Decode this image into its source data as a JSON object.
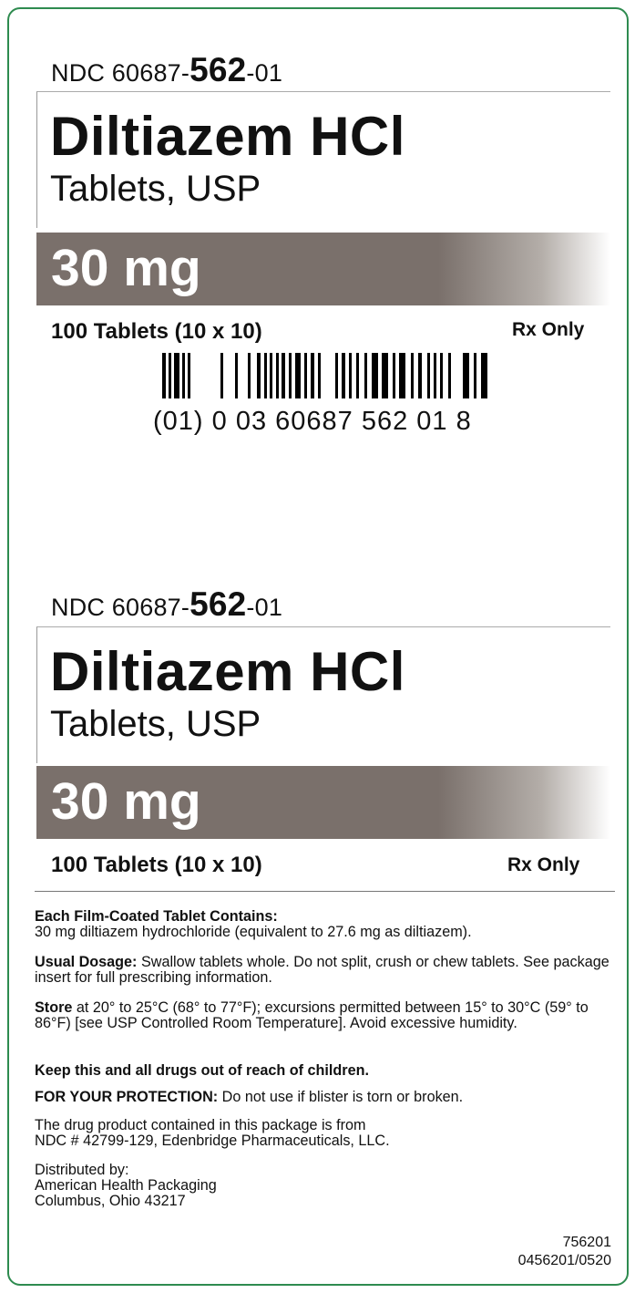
{
  "labels": [
    {
      "ndc_prefix": "NDC 60687-",
      "ndc_product": "562",
      "ndc_suffix": "-01",
      "drug_name": "Diltiazem HCl",
      "dosage_form": "Tablets, USP",
      "strength": "30 mg",
      "count": "100 Tablets (10 x 10)",
      "rx": "Rx Only",
      "barcode_text": "(01) 0 03 60687 562 01 8"
    },
    {
      "ndc_prefix": "NDC 60687-",
      "ndc_product": "562",
      "ndc_suffix": "-01",
      "drug_name": "Diltiazem HCl",
      "dosage_form": "Tablets, USP",
      "strength": "30 mg",
      "count": "100 Tablets (10 x 10)",
      "rx": "Rx Only"
    }
  ],
  "info": {
    "contains_heading": "Each Film-Coated Tablet Contains:",
    "contains_text": "30 mg diltiazem hydrochloride (equivalent to 27.6 mg as diltiazem).",
    "dosage_heading": "Usual Dosage:",
    "dosage_text": " Swallow tablets whole. Do not split, crush or chew tablets. See package insert for full prescribing information.",
    "store_heading": "Store",
    "store_text": " at 20° to 25°C (68° to 77°F); excursions permitted between 15° to 30°C (59° to 86°F) [see USP Controlled Room Temperature]. Avoid excessive humidity.",
    "children_warning": "Keep this and all drugs out of reach of children.",
    "protection_heading": "FOR YOUR PROTECTION:",
    "protection_text": " Do not use if blister is torn or broken.",
    "source_line1": "The drug product contained in this package is from",
    "source_line2": "NDC # 42799-129, Edenbridge Pharmaceuticals, LLC.",
    "distributed_by": "Distributed by:",
    "distributor_name": "American Health Packaging",
    "distributor_city": "Columbus, Ohio 43217"
  },
  "codes": {
    "code1": "756201",
    "code2": "0456201/0520"
  },
  "colors": {
    "border": "#2e8b4f",
    "strength_band": "#7a706b"
  }
}
